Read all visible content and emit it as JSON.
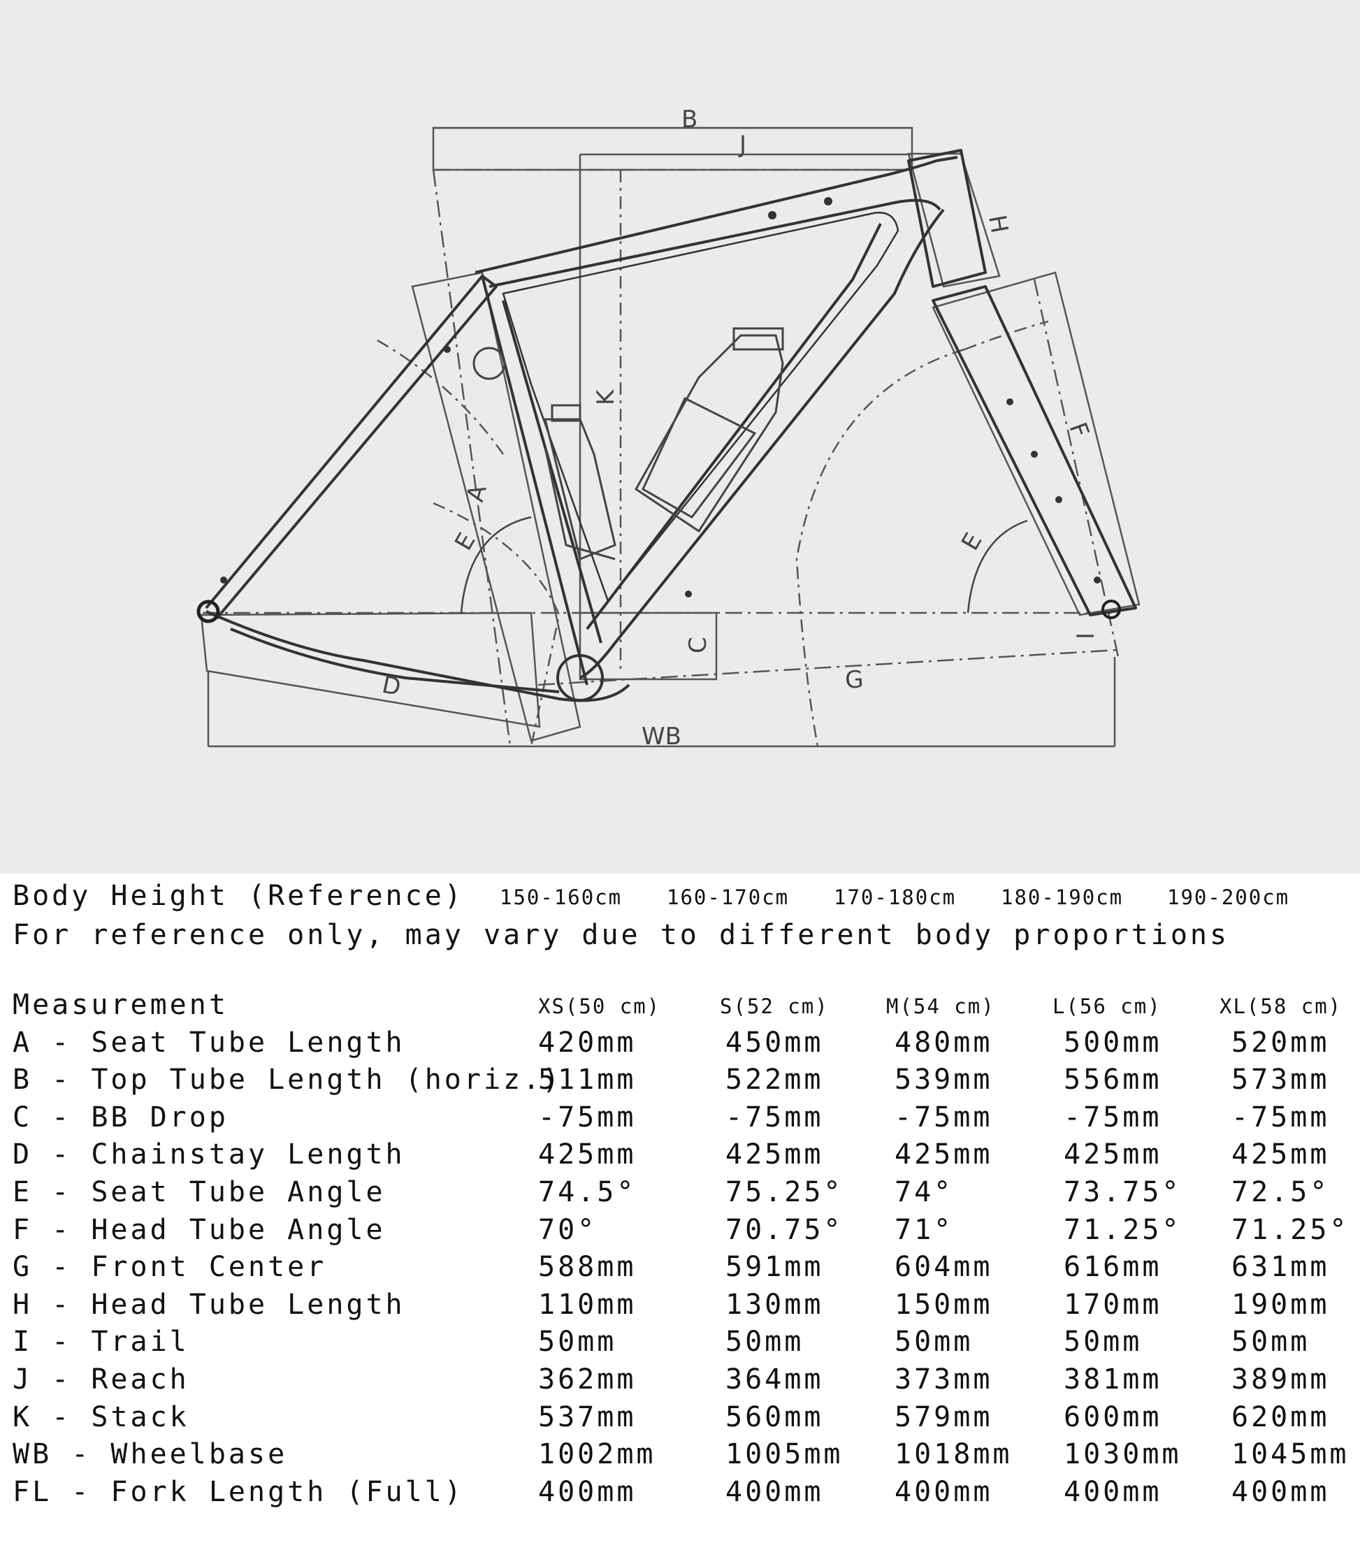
{
  "diagram": {
    "labels": [
      "B",
      "J",
      "H",
      "A",
      "K",
      "E",
      "E",
      "F",
      "C",
      "I",
      "D",
      "G",
      "WB"
    ]
  },
  "body_height": {
    "label": "Body Height (Reference)",
    "ranges": [
      "150-160cm",
      "160-170cm",
      "170-180cm",
      "180-190cm",
      "190-200cm"
    ]
  },
  "note": "For reference only, may vary due to different body proportions",
  "table": {
    "header": "Measurement",
    "sizes": [
      "XS(50 cm)",
      "S(52 cm)",
      "M(54 cm)",
      "L(56 cm)",
      "XL(58 cm)"
    ],
    "rows": [
      {
        "label": "A - Seat Tube Length",
        "values": [
          "420mm",
          "450mm",
          "480mm",
          "500mm",
          "520mm"
        ]
      },
      {
        "label": "B - Top Tube Length (horiz.)",
        "values": [
          "511mm",
          "522mm",
          "539mm",
          "556mm",
          "573mm"
        ]
      },
      {
        "label": "C - BB Drop",
        "values": [
          "-75mm",
          "-75mm",
          "-75mm",
          "-75mm",
          "-75mm"
        ]
      },
      {
        "label": "D - Chainstay Length",
        "values": [
          "425mm",
          "425mm",
          "425mm",
          "425mm",
          "425mm"
        ]
      },
      {
        "label": "E - Seat Tube Angle",
        "values": [
          "74.5°",
          "75.25°",
          "74°",
          "73.75°",
          "72.5°"
        ]
      },
      {
        "label": "F - Head Tube Angle",
        "values": [
          "70°",
          "70.75°",
          "71°",
          "71.25°",
          "71.25°"
        ]
      },
      {
        "label": "G - Front Center",
        "values": [
          "588mm",
          "591mm",
          "604mm",
          "616mm",
          "631mm"
        ]
      },
      {
        "label": "H - Head Tube Length",
        "values": [
          "110mm",
          "130mm",
          "150mm",
          "170mm",
          "190mm"
        ]
      },
      {
        "label": "I - Trail",
        "values": [
          "50mm",
          "50mm",
          "50mm",
          "50mm",
          "50mm"
        ]
      },
      {
        "label": "J - Reach",
        "values": [
          "362mm",
          "364mm",
          "373mm",
          "381mm",
          "389mm"
        ]
      },
      {
        "label": "K - Stack",
        "values": [
          "537mm",
          "560mm",
          "579mm",
          "600mm",
          "620mm"
        ]
      },
      {
        "label": "WB - Wheelbase",
        "values": [
          "1002mm",
          "1005mm",
          "1018mm",
          "1030mm",
          "1045mm"
        ]
      },
      {
        "label": "FL - Fork Length (Full)",
        "values": [
          "400mm",
          "400mm",
          "400mm",
          "400mm",
          "400mm"
        ]
      }
    ]
  }
}
